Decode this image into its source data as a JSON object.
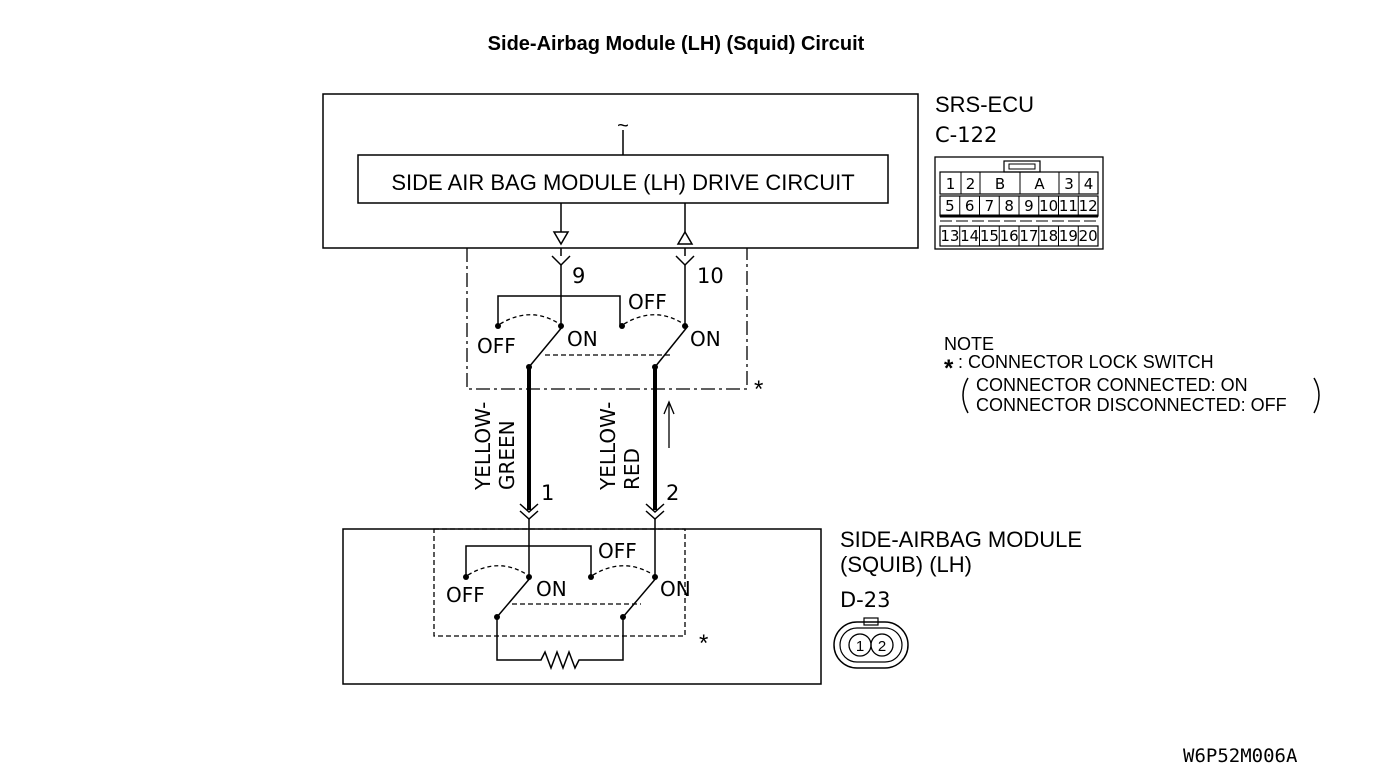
{
  "title": "Side-Airbag Module (LH) (Squid) Circuit",
  "ecu": {
    "name": "SRS-ECU",
    "connector": "C-122",
    "drive_circuit": "SIDE AIR BAG MODULE (LH) DRIVE CIRCUIT",
    "tilde": "~",
    "pins_row1": [
      "1",
      "2",
      "B",
      "A",
      "3",
      "4"
    ],
    "pins_row2": [
      "5",
      "6",
      "7",
      "8",
      "9",
      "10",
      "11",
      "12"
    ],
    "pins_row3": [
      "13",
      "14",
      "15",
      "16",
      "17",
      "18",
      "19",
      "20"
    ]
  },
  "terminals": {
    "ecu_left": "9",
    "ecu_right": "10",
    "module_left": "1",
    "module_right": "2"
  },
  "switch_labels": {
    "off": "OFF",
    "on": "ON",
    "asterisk": "*"
  },
  "wires": {
    "left": [
      "YELLOW-",
      "GREEN"
    ],
    "right": [
      "YELLOW-",
      "RED"
    ]
  },
  "module": {
    "name_line1": "SIDE-AIRBAG MODULE",
    "name_line2": "(SQUIB) (LH)",
    "connector": "D-23",
    "pins": [
      "1",
      "2"
    ]
  },
  "note": {
    "heading": "NOTE",
    "asterisk": "*",
    "line1": ": CONNECTOR LOCK SWITCH",
    "line2": "CONNECTOR CONNECTED: ON",
    "line3": "CONNECTOR DISCONNECTED: OFF"
  },
  "figure_code": "W6P52M006A"
}
